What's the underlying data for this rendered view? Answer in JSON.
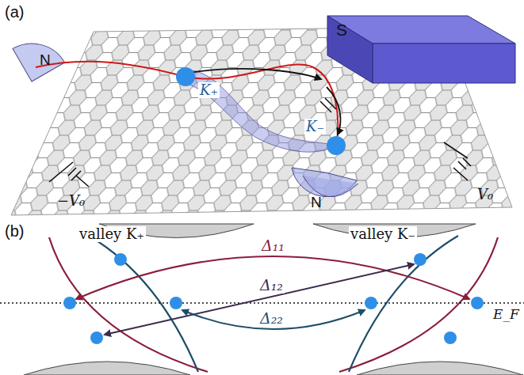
{
  "diagram": {
    "nodes": [
      {
        "text": [
          "S"
        ]
      }
    ],
    "labels": [
      "(a)",
      "N",
      "K₊",
      "K₋",
      "N",
      "−V₀",
      "V₀",
      "(b)",
      "valley K₊",
      "valley K₋",
      "Δ₁₁",
      "Δ₁₂",
      "Δ₂₂",
      "E_F"
    ]
  }
}
